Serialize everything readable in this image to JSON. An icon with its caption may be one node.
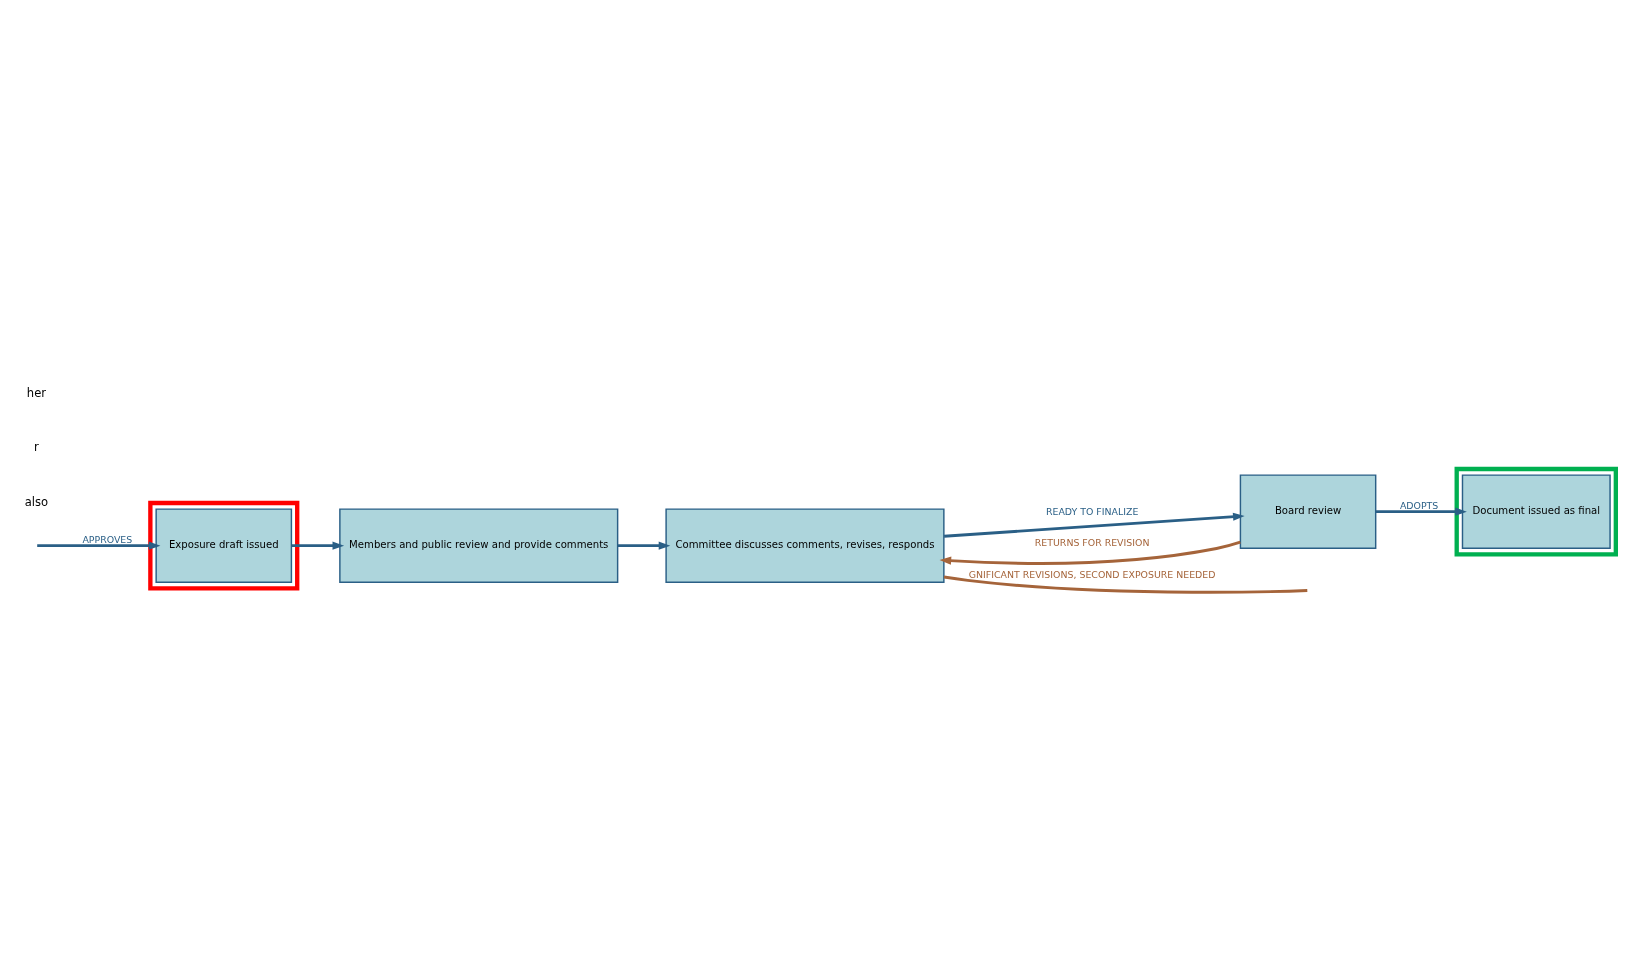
{
  "diagram": {
    "nodes": [
      {
        "text": [
          "Members and public review and provide comments"
        ]
      },
      {
        "text": [],
        "shape": "box"
      },
      {
        "text": [
          "Exposure draft issued"
        ],
        "in": 1
      },
      {
        "text": [
          "Committee discusses comments, revises, responds"
        ]
      },
      {
        "text": [],
        "shape": "box"
      },
      {
        "text": [
          "Document issued as final"
        ],
        "in": 4
      },
      {
        "text": [
          "Board review"
        ]
      }
    ],
    "edges": [
      {
        "from": null,
        "to": 2,
        "arrow": "to",
        "label": "APPROVES"
      },
      {
        "from": 2,
        "to": 0,
        "arrow": "to"
      },
      {
        "from": 0,
        "to": 3,
        "arrow": "to"
      },
      {
        "from": 3,
        "to": null,
        "arrow": "none",
        "label": "GNIFICANT REVISIONS, SECOND EXPOSURE NEEDED",
        "color": "#a5643a"
      },
      {
        "from": 3,
        "to": 6,
        "arrow": "to",
        "label": "READY TO FINALIZE"
      },
      {
        "from": 6,
        "to": 5,
        "arrow": "to",
        "label": "ADOPTS"
      },
      {
        "from": 6,
        "to": 3,
        "arrow": "to",
        "label": "RETURNS FOR REVISION",
        "color": "#a5643a"
      }
    ],
    "labels": [
      "also",
      "r",
      "her"
    ]
  }
}
